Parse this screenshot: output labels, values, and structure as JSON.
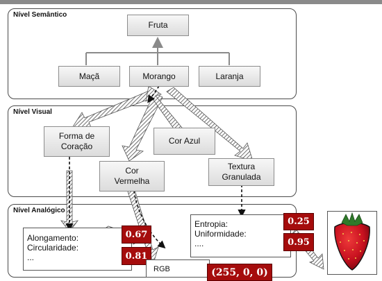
{
  "levels": {
    "semantic": {
      "title": "Nível Semântico"
    },
    "visual": {
      "title": "Nível Visual"
    },
    "analogic": {
      "title": "Nível Analógico"
    }
  },
  "semantic_nodes": {
    "root": "Fruta",
    "apple": "Maçã",
    "strawberry": "Morango",
    "orange": "Laranja"
  },
  "visual_nodes": {
    "heart_shape": [
      "Forma de",
      "Coração"
    ],
    "blue_color": "Cor Azul",
    "red_color": [
      "Cor",
      "Vermelha"
    ],
    "texture": [
      "Textura",
      "Granulada"
    ]
  },
  "analogic": {
    "shape_features": [
      "Alongamento:",
      "Circularidade:",
      "..."
    ],
    "shape_values": [
      "0.67",
      "0.81"
    ],
    "rgb_label": "RGB",
    "rgb_value": "(255, 0, 0)",
    "texture_features": [
      "Entropia:",
      "Uniformidade:",
      "...."
    ],
    "texture_values": [
      "0.25",
      "0.95"
    ]
  },
  "colors": {
    "value_box": "#a50c0c",
    "node_fill": "#dcdcdc",
    "strawberry_red": "#c8111f",
    "leaf_green": "#2f7a2a"
  }
}
